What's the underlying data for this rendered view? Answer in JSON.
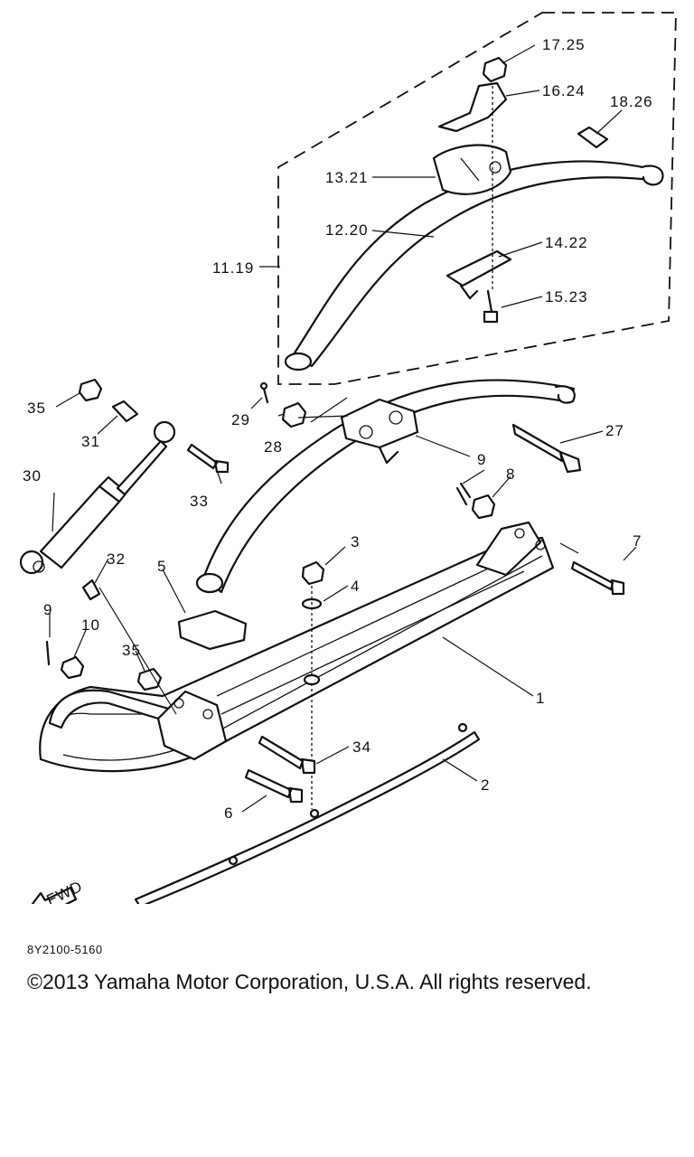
{
  "diagram_code": "8Y2100-5160",
  "copyright": "©2013 Yamaha Motor Corporation, U.S.A. All rights reserved.",
  "fwd_label": "FWD",
  "callouts": [
    "17.25",
    "16.24",
    "18.26",
    "13.21",
    "12.20",
    "14.22",
    "11.19",
    "15.23",
    "35",
    "29",
    "28",
    "27",
    "31",
    "33",
    "30",
    "9",
    "8",
    "3",
    "7",
    "32",
    "5",
    "4",
    "9",
    "10",
    "35",
    "1",
    "34",
    "2",
    "6"
  ]
}
